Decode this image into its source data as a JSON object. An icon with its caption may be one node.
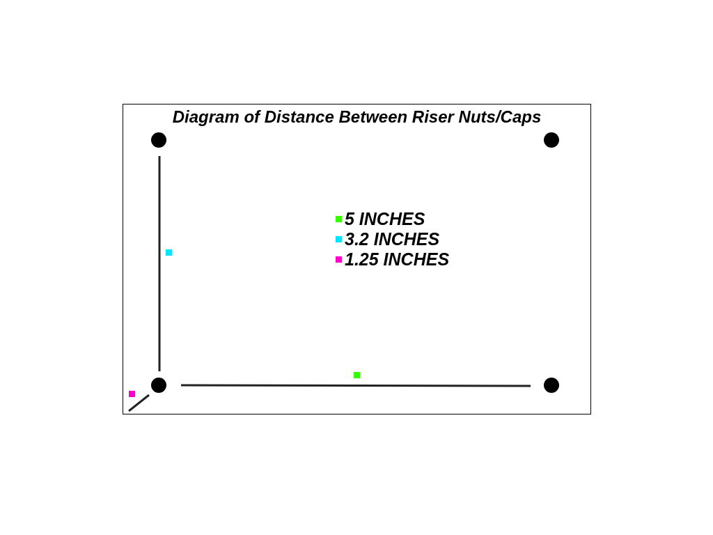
{
  "diagram": {
    "title": "Diagram of Distance Between Riser Nuts/Caps",
    "nodes": [
      {
        "text": [],
        "shape": "circle"
      },
      {
        "text": [],
        "shape": "circle"
      },
      {
        "text": [],
        "shape": "circle"
      },
      {
        "text": [],
        "shape": "circle"
      }
    ],
    "edges": [],
    "legend": [
      {
        "text": "5 INCHES",
        "color": "#33ff00"
      },
      {
        "text": "3.2 INCHES",
        "color": "#00e5ff"
      },
      {
        "text": "1.25 INCHES",
        "color": "#ff00cc"
      }
    ]
  }
}
